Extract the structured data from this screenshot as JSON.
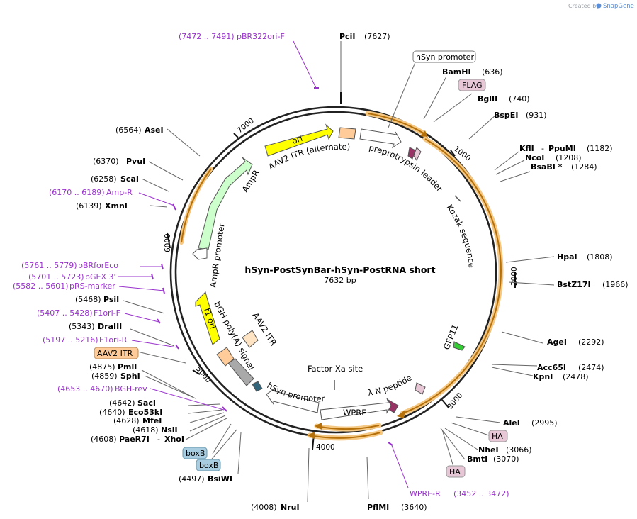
{
  "credit": {
    "prefix": "Created by",
    "brand": "SnapGene"
  },
  "plasmid": {
    "name": "hSyn-PostSynBar-hSyn-PostRNA short",
    "size_label": "7632 bp"
  },
  "ticks": [
    "1000",
    "2000",
    "3000",
    "4000",
    "5000",
    "6000",
    "7000"
  ],
  "features": {
    "ori": "ori",
    "aav2_itr_alt": "AAV2 ITR (alternate)",
    "ampr": "AmpR",
    "ampr_promoter": "AmpR promoter",
    "preprotrypsin": "preprotrypsin leader",
    "kozak": "Kozak sequence",
    "gfp11": "GFP11",
    "lambda_n": "λ N peptide",
    "factor_xa": "Factor Xa site",
    "hsyn_promoter": "hSyn promoter",
    "wpre": "WPRE",
    "bgh_polya": "bGH poly(A) signal",
    "f1_ori": "f1 ori",
    "aav2_itr": "AAV2 ITR"
  },
  "tags": {
    "hsyn_promoter": "hSyn promoter",
    "flag": "FLAG",
    "ha1": "HA",
    "ha2": "HA",
    "aav2_itr": "AAV2 ITR",
    "boxb1": "boxB",
    "boxb2": "boxB"
  },
  "sites_right": [
    {
      "name": "PciI",
      "pos": "(7627)"
    },
    {
      "name": "BamHI",
      "pos": "(636)"
    },
    {
      "name": "BglII",
      "pos": "(740)"
    },
    {
      "name": "BspEI",
      "pos": "(931)"
    },
    {
      "name": "KflI",
      "sep": "-",
      "name2": "PpuMI",
      "pos": "(1182)"
    },
    {
      "name": "NcoI",
      "pos": "(1208)"
    },
    {
      "name": "BsaBI *",
      "pos": "(1284)"
    },
    {
      "name": "HpaI",
      "pos": "(1808)"
    },
    {
      "name": "BstZ17I",
      "pos": "(1966)"
    },
    {
      "name": "AgeI",
      "pos": "(2292)"
    },
    {
      "name": "Acc65I",
      "pos": "(2474)"
    },
    {
      "name": "KpnI",
      "pos": "(2478)"
    },
    {
      "name": "AleI",
      "pos": "(2995)"
    },
    {
      "name": "NheI",
      "pos": "(3066)"
    },
    {
      "name": "BmtI",
      "pos": "(3070)"
    },
    {
      "name": "PflMI",
      "pos": "(3640)"
    }
  ],
  "sites_left": [
    {
      "name": "AseI",
      "pos": "(6564)"
    },
    {
      "name": "PvuI",
      "pos": "(6370)"
    },
    {
      "name": "ScaI",
      "pos": "(6258)"
    },
    {
      "name": "XmnI",
      "pos": "(6139)"
    },
    {
      "name": "PsiI",
      "pos": "(5468)"
    },
    {
      "name": "DraIII",
      "pos": "(5343)"
    },
    {
      "name": "PmlI",
      "pos": "(4875)"
    },
    {
      "name": "SphI",
      "pos": "(4859)"
    },
    {
      "name": "SacI",
      "pos": "(4642)"
    },
    {
      "name": "Eco53kI",
      "pos": "(4640)"
    },
    {
      "name": "MfeI",
      "pos": "(4628)"
    },
    {
      "name": "NsiI",
      "pos": "(4618)"
    },
    {
      "name": "PaeR7I",
      "sep": "-",
      "name2": "XhoI",
      "pos": "(4608)"
    },
    {
      "name": "BsiWI",
      "pos": "(4497)"
    },
    {
      "name": "NruI",
      "pos": "(4008)"
    }
  ],
  "primers": [
    {
      "range": "(7472 .. 7491)",
      "name": "pBR322ori-F"
    },
    {
      "range": "(6170 .. 6189)",
      "name": "Amp-R"
    },
    {
      "range": "(5761 .. 5779)",
      "name": "pBRforEco"
    },
    {
      "range": "(5701 .. 5723)",
      "name": "pGEX 3'"
    },
    {
      "range": "(5582 .. 5601)",
      "name": "pRS-marker"
    },
    {
      "range": "(5407 .. 5428)",
      "name": "F1ori-F"
    },
    {
      "range": "(5197 .. 5216)",
      "name": "F1ori-R"
    },
    {
      "range": "(4653 .. 4670)",
      "name": "BGH-rev"
    },
    {
      "name": "WPRE-R",
      "range": "(3452 .. 3472)"
    }
  ],
  "colors": {
    "backbone": "#222222",
    "primer": "#9933cc",
    "orf_highlight": "#f5c883",
    "orf_arrow": "#b5700a",
    "ori": "#ffff00",
    "ampr": "#ccffcc",
    "itr": "#ffcc99",
    "polya": "#a9a9a9",
    "gfp11": "#33cc33",
    "lambda": "#993366",
    "flag_tag": "#e7c6d6",
    "boxb_tag": "#a9cde0"
  }
}
